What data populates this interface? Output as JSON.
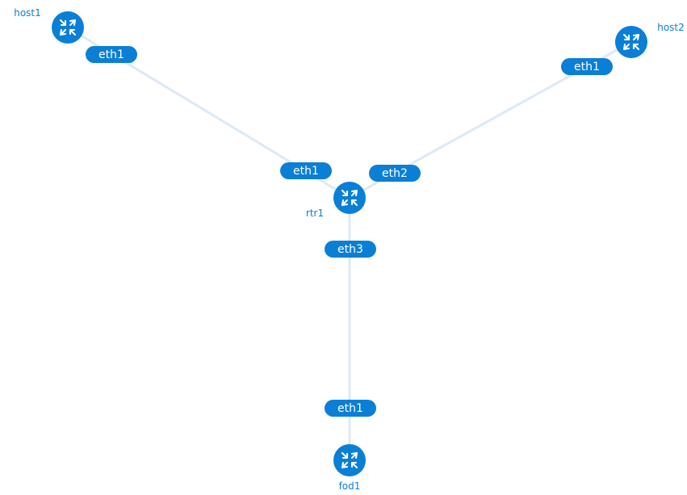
{
  "diagram": {
    "nodes": [
      {
        "id": "host1",
        "label": "host1",
        "icon": "router-icon"
      },
      {
        "id": "host2",
        "label": "host2",
        "icon": "router-icon"
      },
      {
        "id": "rtr1",
        "label": "rtr1",
        "icon": "router-icon"
      },
      {
        "id": "fod1",
        "label": "fod1",
        "icon": "router-icon"
      }
    ],
    "links": [
      {
        "source": "host1",
        "target": "rtr1",
        "source_iface": "eth1",
        "target_iface": "eth1"
      },
      {
        "source": "host2",
        "target": "rtr1",
        "source_iface": "eth1",
        "target_iface": "eth2"
      },
      {
        "source": "rtr1",
        "target": "fod1",
        "source_iface": "eth3",
        "target_iface": "eth1"
      }
    ]
  },
  "colors": {
    "node": "#0b7fd6",
    "link": "#dde9f6",
    "label": "#0b7fd6"
  }
}
